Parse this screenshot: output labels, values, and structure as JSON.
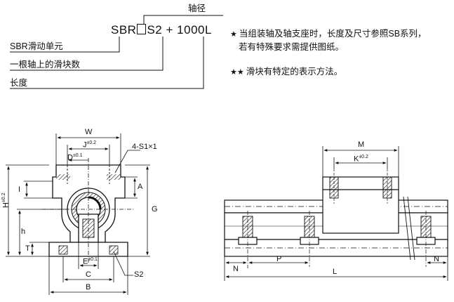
{
  "code": {
    "prefix": "SBR",
    "suffix": "S2",
    "plus": "+",
    "length": "1000L"
  },
  "callouts": {
    "shaft_dia": "轴径",
    "unit_name": "SBR滑动单元",
    "blocks_per_shaft": "一根轴上的滑块数",
    "length": "长度"
  },
  "notes": [
    {
      "star": "★",
      "line1": "当组装轴及轴支座时，长度及尺寸参照SB系列，",
      "line2": "若有特殊要求需提供图纸。"
    },
    {
      "star": "★★",
      "line1": "滑块有特定的表示方法。"
    }
  ],
  "front_view": {
    "W": "W",
    "J": "J",
    "J_tol": "±0.2",
    "D": "D",
    "D_tol": "±0.1",
    "hole": "4-S1×1",
    "A": "A",
    "G": "G",
    "H": "H",
    "H_tol": "±0.2",
    "I": "I",
    "h": "h",
    "T": "T",
    "E": "E",
    "E_tol": "±0.1",
    "C": "C",
    "B": "B",
    "S2": "S2"
  },
  "side_view": {
    "M": "M",
    "K": "K",
    "K_tol": "±0.2",
    "N_left": "N",
    "P": "P",
    "N_right": "N",
    "L": "L"
  }
}
